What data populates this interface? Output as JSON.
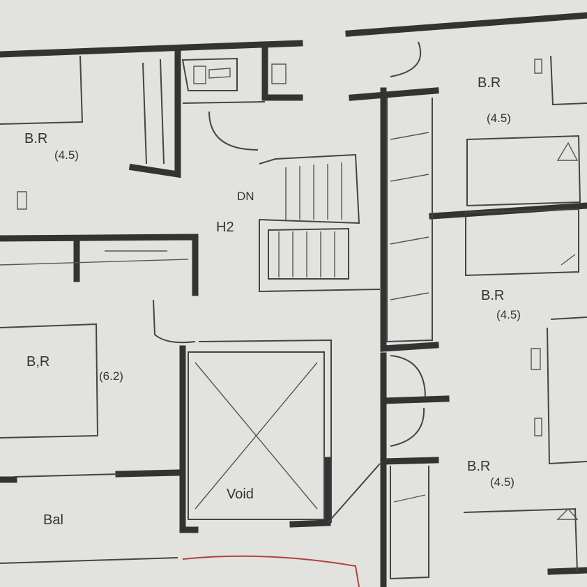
{
  "plan": {
    "rooms": [
      {
        "name": "B.R",
        "size": "(4.5)"
      },
      {
        "name": "B.R",
        "size": "(4.5)"
      },
      {
        "name": "B.R",
        "size": "(4.5)"
      },
      {
        "name": "B,R",
        "size": "(6.2)"
      },
      {
        "name": "B.R",
        "size": "(4.5)"
      }
    ],
    "stair_label": "DN",
    "hall_label": "H2",
    "void_label": "Void",
    "balcony_label": "Bal",
    "colors": {
      "wall": "#333333",
      "paper": "#e2e2de",
      "red_line": "#b04040"
    }
  }
}
